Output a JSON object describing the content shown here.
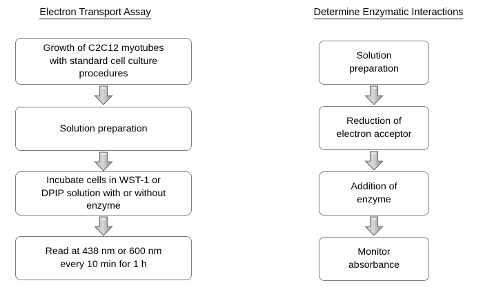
{
  "diagram": {
    "type": "flowchart",
    "background_color": "#ffffff",
    "text_color": "#000000",
    "box_border_color": "#7d7d7d",
    "arrow_fill_color": "#bfbfbf",
    "arrow_border_color": "#666666",
    "columns": [
      {
        "id": "electron-transport-assay",
        "title": "Electron Transport Assay",
        "nodes": [
          {
            "id": "growth",
            "label": "Growth of C2C12 myotubes\nwith standard cell culture\nprocedures"
          },
          {
            "id": "solution-prep",
            "label": "Solution preparation"
          },
          {
            "id": "incubate",
            "label": "Incubate cells in WST-1 or\nDPIP solution with or without\nenzyme"
          },
          {
            "id": "read",
            "label": "Read at 438 nm or 600 nm\nevery 10 min for 1 h"
          }
        ],
        "connectors": [
          {
            "id": "growth-to-solution-prep",
            "icon": "down-block-arrow-icon"
          },
          {
            "id": "solution-prep-to-incubate",
            "icon": "down-block-arrow-icon"
          },
          {
            "id": "incubate-to-read",
            "icon": "down-block-arrow-icon"
          }
        ]
      },
      {
        "id": "determine-enzymatic-interactions",
        "title": "Determine Enzymatic Interactions",
        "nodes": [
          {
            "id": "solution-preparation",
            "label": "Solution\npreparation"
          },
          {
            "id": "reduction",
            "label": "Reduction of\nelectron acceptor"
          },
          {
            "id": "addition-enzyme",
            "label": "Addition of\nenzyme"
          },
          {
            "id": "monitor",
            "label": "Monitor\nabsorbance"
          }
        ],
        "connectors": [
          {
            "id": "solution-preparation-to-reduction",
            "icon": "down-block-arrow-icon"
          },
          {
            "id": "reduction-to-addition-enzyme",
            "icon": "down-block-arrow-icon"
          },
          {
            "id": "addition-enzyme-to-monitor",
            "icon": "down-block-arrow-icon"
          }
        ]
      }
    ]
  }
}
